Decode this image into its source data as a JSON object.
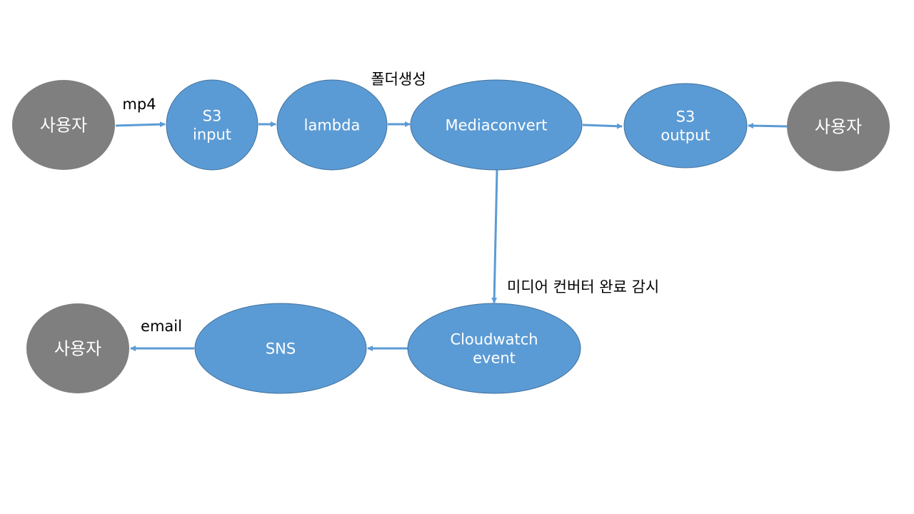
{
  "colors": {
    "service_fill": "#5b9bd5",
    "service_stroke": "#41719c",
    "user_fill": "#7f7f7f",
    "arrow": "#5b9bd5",
    "node_text": "#ffffff",
    "label_text": "#000000"
  },
  "nodes": {
    "user_left": {
      "lines": [
        "사용자"
      ],
      "kind": "user"
    },
    "s3_input": {
      "lines": [
        "S3",
        "input"
      ],
      "kind": "service"
    },
    "lambda": {
      "lines": [
        "lambda"
      ],
      "kind": "service"
    },
    "mediaconvert": {
      "lines": [
        "Mediaconvert"
      ],
      "kind": "service"
    },
    "s3_output": {
      "lines": [
        "S3",
        "output"
      ],
      "kind": "service"
    },
    "user_right": {
      "lines": [
        "사용자"
      ],
      "kind": "user"
    },
    "cloudwatch": {
      "lines": [
        "Cloudwatch",
        "event"
      ],
      "kind": "service"
    },
    "sns": {
      "lines": [
        "SNS"
      ],
      "kind": "service"
    },
    "user_bottom": {
      "lines": [
        "사용자"
      ],
      "kind": "user"
    }
  },
  "edges": [
    {
      "from": "user_left",
      "to": "s3_input",
      "label": "mp4"
    },
    {
      "from": "s3_input",
      "to": "lambda",
      "label": ""
    },
    {
      "from": "lambda",
      "to": "mediaconvert",
      "label": "폴더생성"
    },
    {
      "from": "mediaconvert",
      "to": "s3_output",
      "label": ""
    },
    {
      "from": "user_right",
      "to": "s3_output",
      "label": ""
    },
    {
      "from": "mediaconvert",
      "to": "cloudwatch",
      "label": "미디어 컨버터 완료 감시"
    },
    {
      "from": "cloudwatch",
      "to": "sns",
      "label": ""
    },
    {
      "from": "sns",
      "to": "user_bottom",
      "label": "email"
    }
  ]
}
